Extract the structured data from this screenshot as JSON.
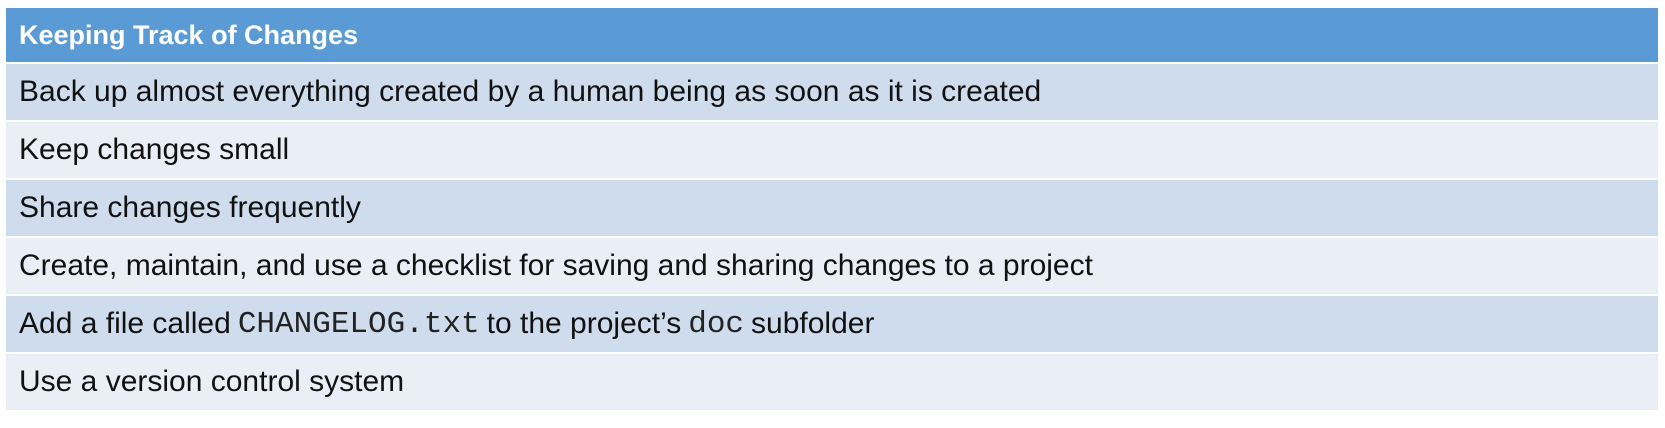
{
  "table": {
    "title": "Keeping Track of Changes",
    "rows": [
      {
        "text": "Back up almost everything created by a human being as soon as it is created"
      },
      {
        "text": "Keep changes small"
      },
      {
        "text": "Share changes frequently"
      },
      {
        "text": "Create, maintain, and use a checklist for saving and sharing changes to a project"
      },
      {
        "part1": "Add a file called",
        "code1": "CHANGELOG.txt",
        "part2": "to the project’s",
        "code2": "doc",
        "part3": "subfolder"
      },
      {
        "text": "Use a version control system"
      }
    ]
  },
  "colors": {
    "header_bg": "#5b9bd5",
    "row_odd_bg": "#cfdcee",
    "row_even_bg": "#e9eef7"
  }
}
